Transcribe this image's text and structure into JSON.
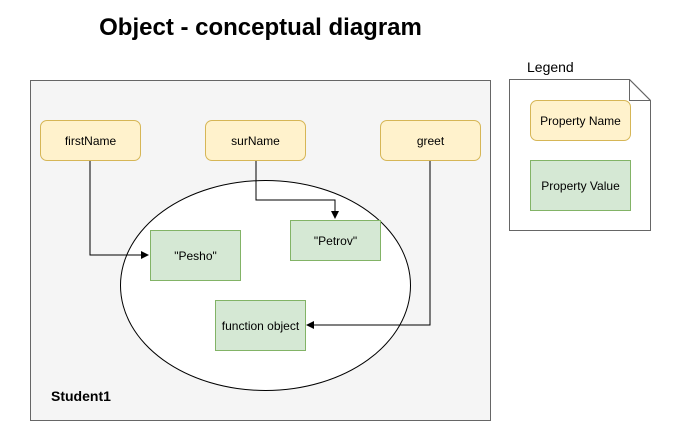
{
  "title": "Object - conceptual diagram",
  "object": {
    "label": "Student1"
  },
  "properties": [
    {
      "name": "firstName",
      "value": "\"Pesho\""
    },
    {
      "name": "surName",
      "value": "\"Petrov\""
    },
    {
      "name": "greet",
      "value": "function object"
    }
  ],
  "legend": {
    "title": "Legend",
    "property_name_label": "Property Name",
    "property_value_label": "Property Value"
  },
  "colors": {
    "property_name_fill": "#fff2cc",
    "property_name_border": "#d6b656",
    "property_value_fill": "#d5e8d4",
    "property_value_border": "#82b366",
    "container_fill": "#f5f5f5",
    "container_border": "#666666"
  }
}
